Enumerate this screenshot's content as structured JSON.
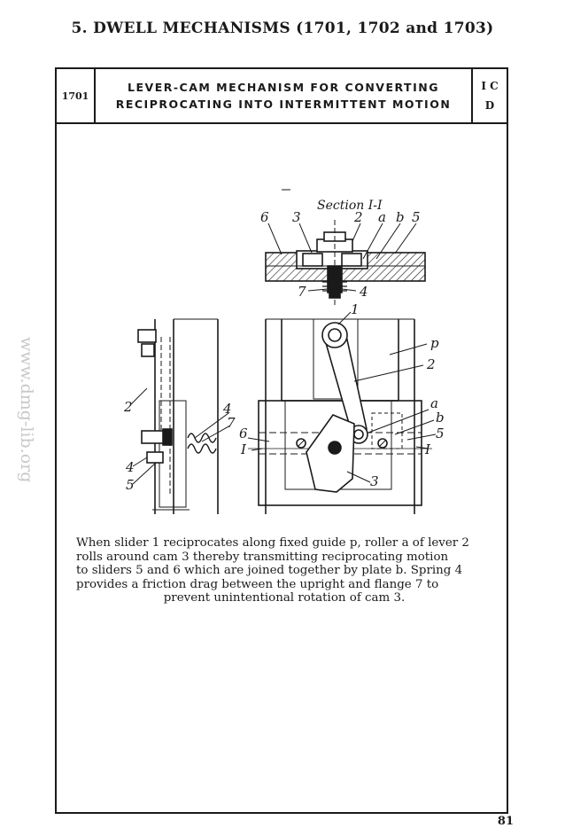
{
  "page": {
    "chapter_title": "5. DWELL MECHANISMS (1701, 1702 and 1703)",
    "watermark": "www.dmg-lib.org",
    "page_number": "81"
  },
  "header": {
    "number": "1701",
    "title_line1": "LEVER-CAM MECHANISM FOR CONVERTING",
    "title_line2": "RECIPROCATING INTO INTERMITTENT MOTION",
    "class_line1": "I C",
    "class_line2": "D"
  },
  "figure": {
    "section_label": "Section I-I",
    "labels": {
      "s6": "6",
      "s3": "3",
      "s2": "2",
      "sa": "a",
      "sb": "b",
      "s5": "5",
      "s7": "7",
      "s4": "4",
      "f1": "1",
      "fp": "p",
      "f2": "2",
      "fa": "a",
      "fb": "b",
      "f5": "5",
      "fI_left": "I",
      "f6": "6",
      "fI_right": "I",
      "f3": "3",
      "l2": "2",
      "l4a": "4",
      "l7": "7",
      "l4b": "4",
      "l5": "5"
    }
  },
  "caption": {
    "line1": "When slider 1 reciprocates along fixed guide p, roller a of lever 2",
    "line2": "rolls around cam 3 thereby transmitting reciprocating motion",
    "line3": "to sliders 5 and 6 which are joined together by plate b. Spring 4",
    "line4": "provides a friction drag between the upright and flange 7 to",
    "line5": "prevent unintentional rotation of cam 3."
  }
}
